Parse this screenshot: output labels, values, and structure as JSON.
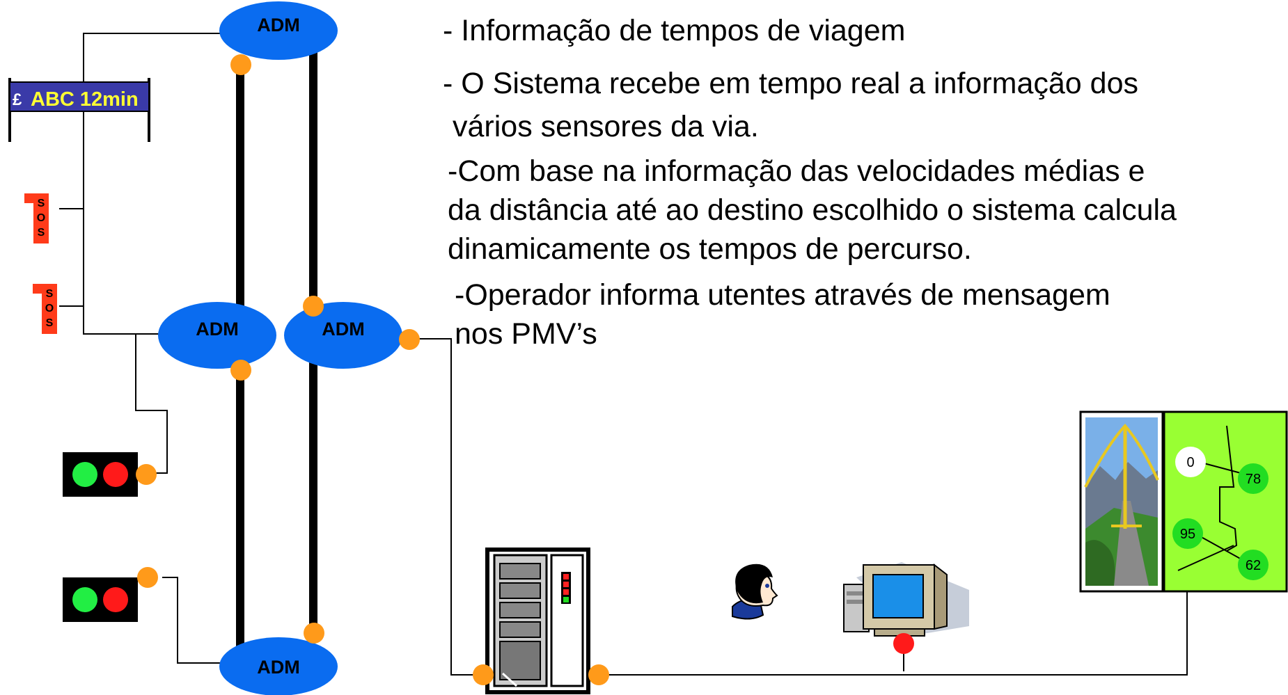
{
  "nodes": {
    "adm_top": "ADM",
    "adm_mid_left": "ADM",
    "adm_mid_right": "ADM",
    "adm_bottom": "ADM"
  },
  "vms_sign": {
    "symbol": "£",
    "text": "ABC 12min"
  },
  "sos_label": [
    "S",
    "O",
    "S"
  ],
  "map_panel": {
    "nodes": [
      {
        "label": "0",
        "color": "#ffffff"
      },
      {
        "label": "78",
        "color": "#22dd22"
      },
      {
        "label": "95",
        "color": "#22dd22"
      },
      {
        "label": "62",
        "color": "#22dd22"
      }
    ]
  },
  "bullets": [
    {
      "lines": [
        "- Informação de tempos de viagem"
      ]
    },
    {
      "lines": [
        "- O Sistema recebe em tempo real a informação dos",
        "  vários sensores da via."
      ]
    },
    {
      "lines": [
        "-Com base na informação das velocidades médias e",
        " da distância até ao destino escolhido o sistema calcula",
        " dinamicamente os tempos de percurso."
      ]
    },
    {
      "lines": [
        "-Operador informa utentes através de mensagem",
        " nos PMV’s"
      ]
    }
  ],
  "colors": {
    "adm_node": "#0a6cf0",
    "connector": "#ff9a1a",
    "sos_box": "#ff3b1a",
    "sign_blue": "#3a3aa8",
    "sign_text": "#ffff33",
    "panel_green": "#99ff33",
    "light_green": "#22ee44",
    "light_red": "#ff1a1a"
  },
  "icons": [
    "server-icon",
    "operator-icon",
    "workstation-icon",
    "bridge-image-icon",
    "traffic-light-icon",
    "sos-box-icon"
  ]
}
